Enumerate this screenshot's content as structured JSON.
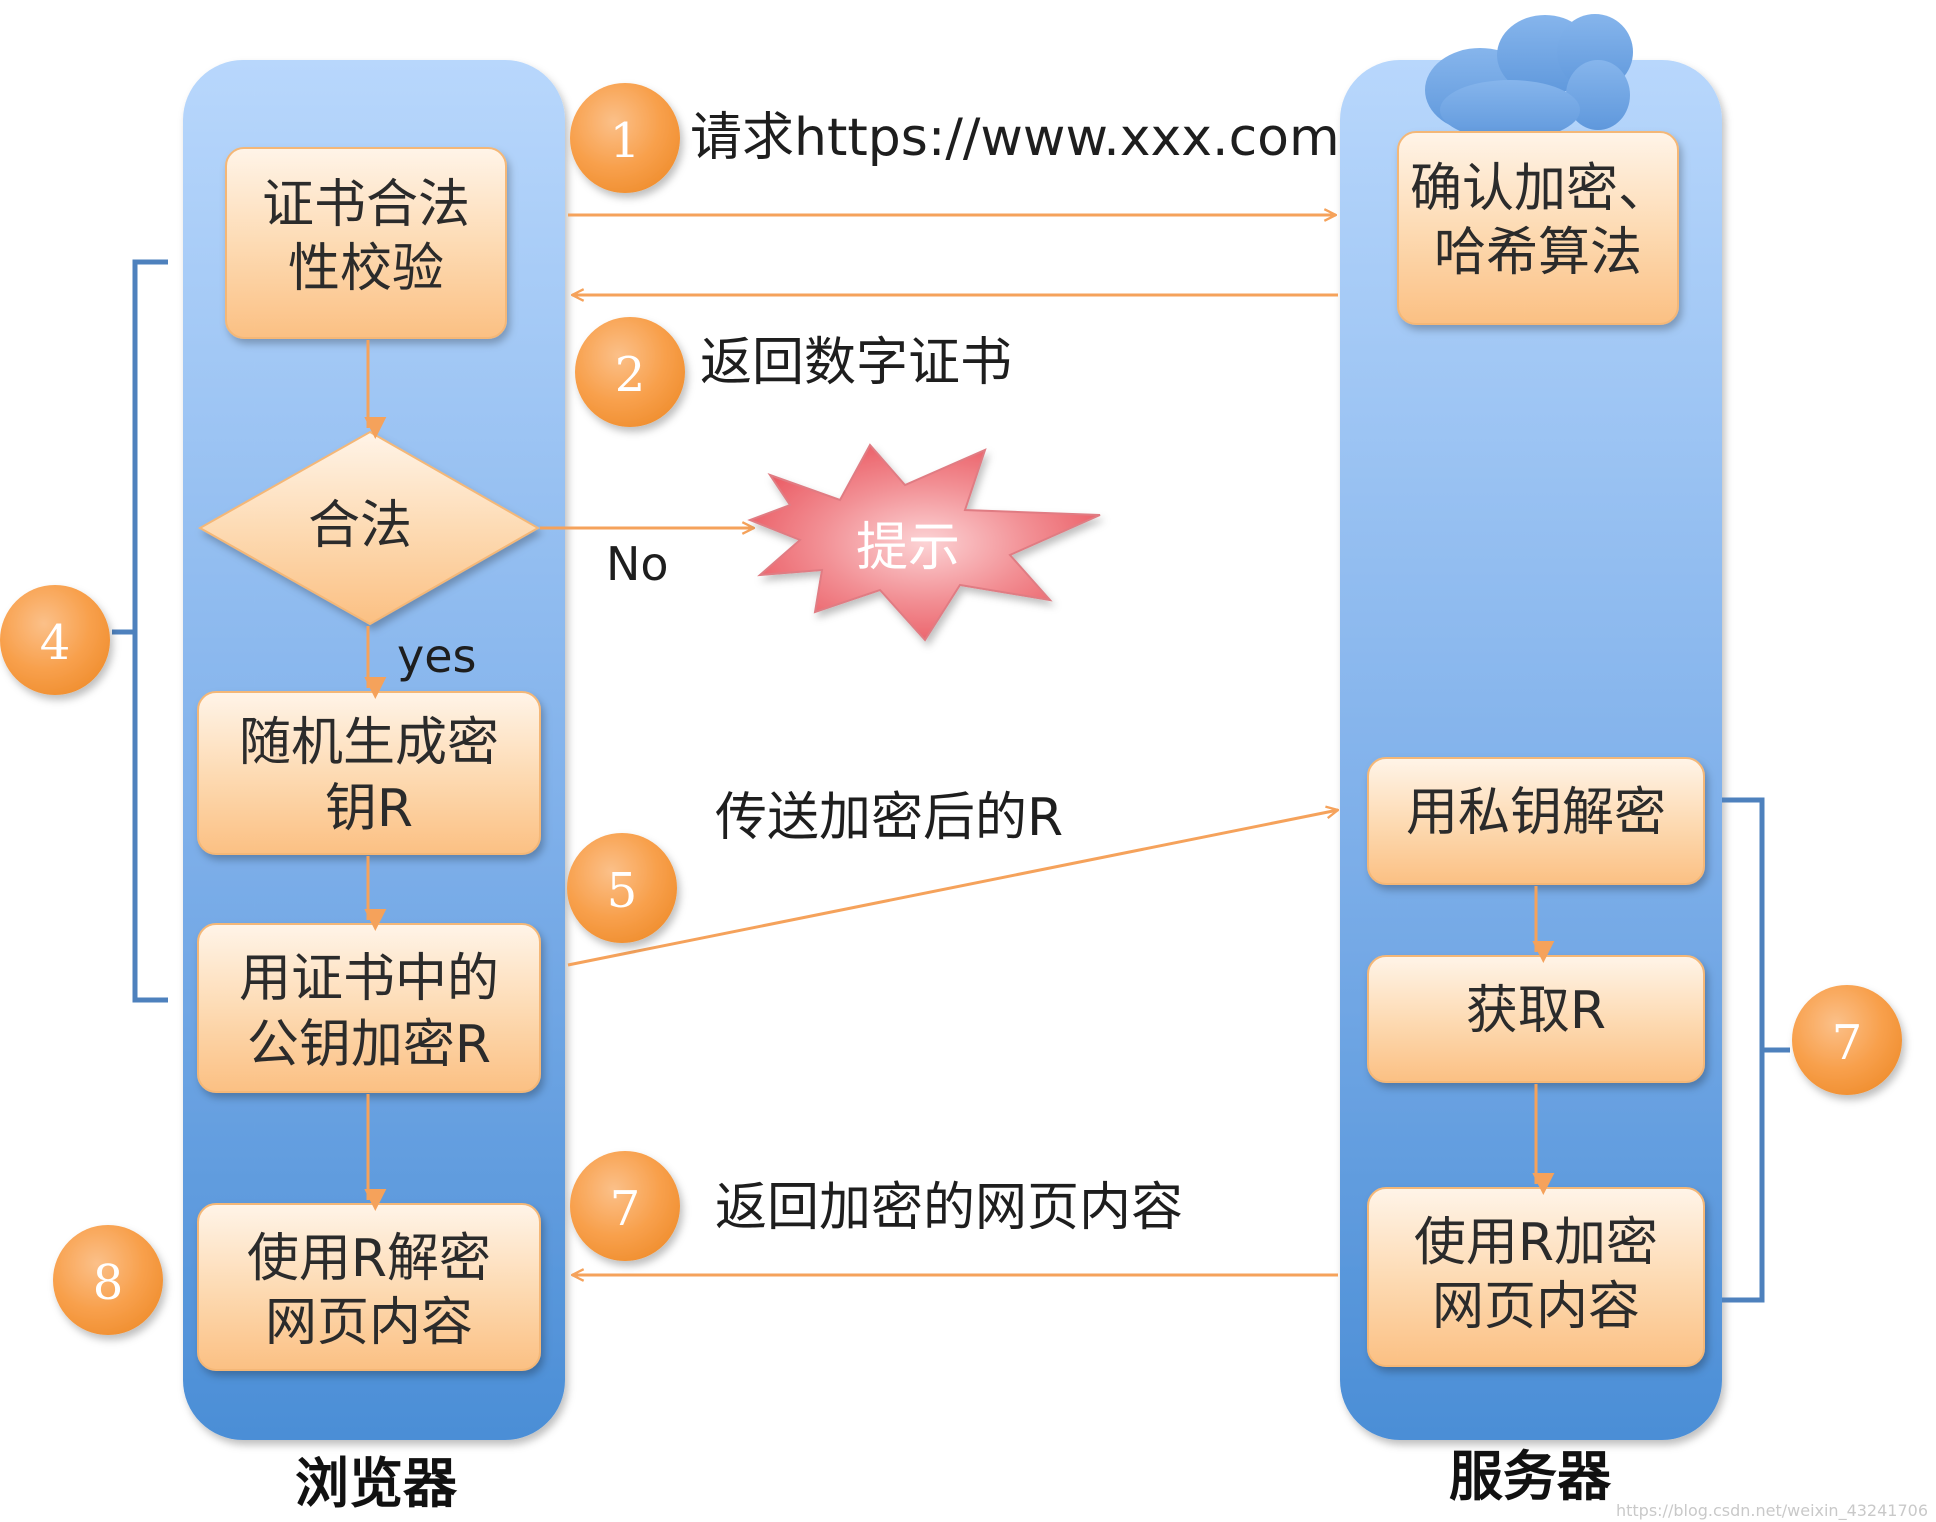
{
  "columns": {
    "browser": "浏览器",
    "server": "服务器"
  },
  "browser_steps": {
    "cert_check": [
      "证书合法",
      "性校验"
    ],
    "decision": "合法",
    "gen_key": [
      "随机生成密",
      "钥R"
    ],
    "encrypt_key": [
      "用证书中的",
      "公钥加密R"
    ],
    "decrypt_page": [
      "使用R解密",
      "网页内容"
    ]
  },
  "server_steps": {
    "confirm_algo": [
      "确认加密、",
      "哈希算法"
    ],
    "decrypt_private": "用私钥解密",
    "get_r": "获取R",
    "encrypt_page": [
      "使用R加密",
      "网页内容"
    ]
  },
  "messages": {
    "request": "请求https://www.xxx.com",
    "return_cert": "返回数字证书",
    "send_key": "传送加密后的R",
    "return_page": "返回加密的网页内容"
  },
  "branch_labels": {
    "no": "No",
    "yes": "yes"
  },
  "alert": "提示",
  "badges": {
    "b1": "1",
    "b2": "2",
    "b4": "4",
    "b5": "5",
    "b7_mid": "7",
    "b7_right": "7",
    "b8": "8"
  },
  "watermark": "https://blog.csdn.net/weixin_43241706",
  "colors": {
    "column_top": "#b3d4fb",
    "column_bottom": "#4a8fd6",
    "box_top": "#fff3e6",
    "box_bottom": "#fbc488",
    "badge": "#f9a24b",
    "arrow": "#f5a25b",
    "bracket": "#4e81bd",
    "alert": "#f06c73"
  }
}
